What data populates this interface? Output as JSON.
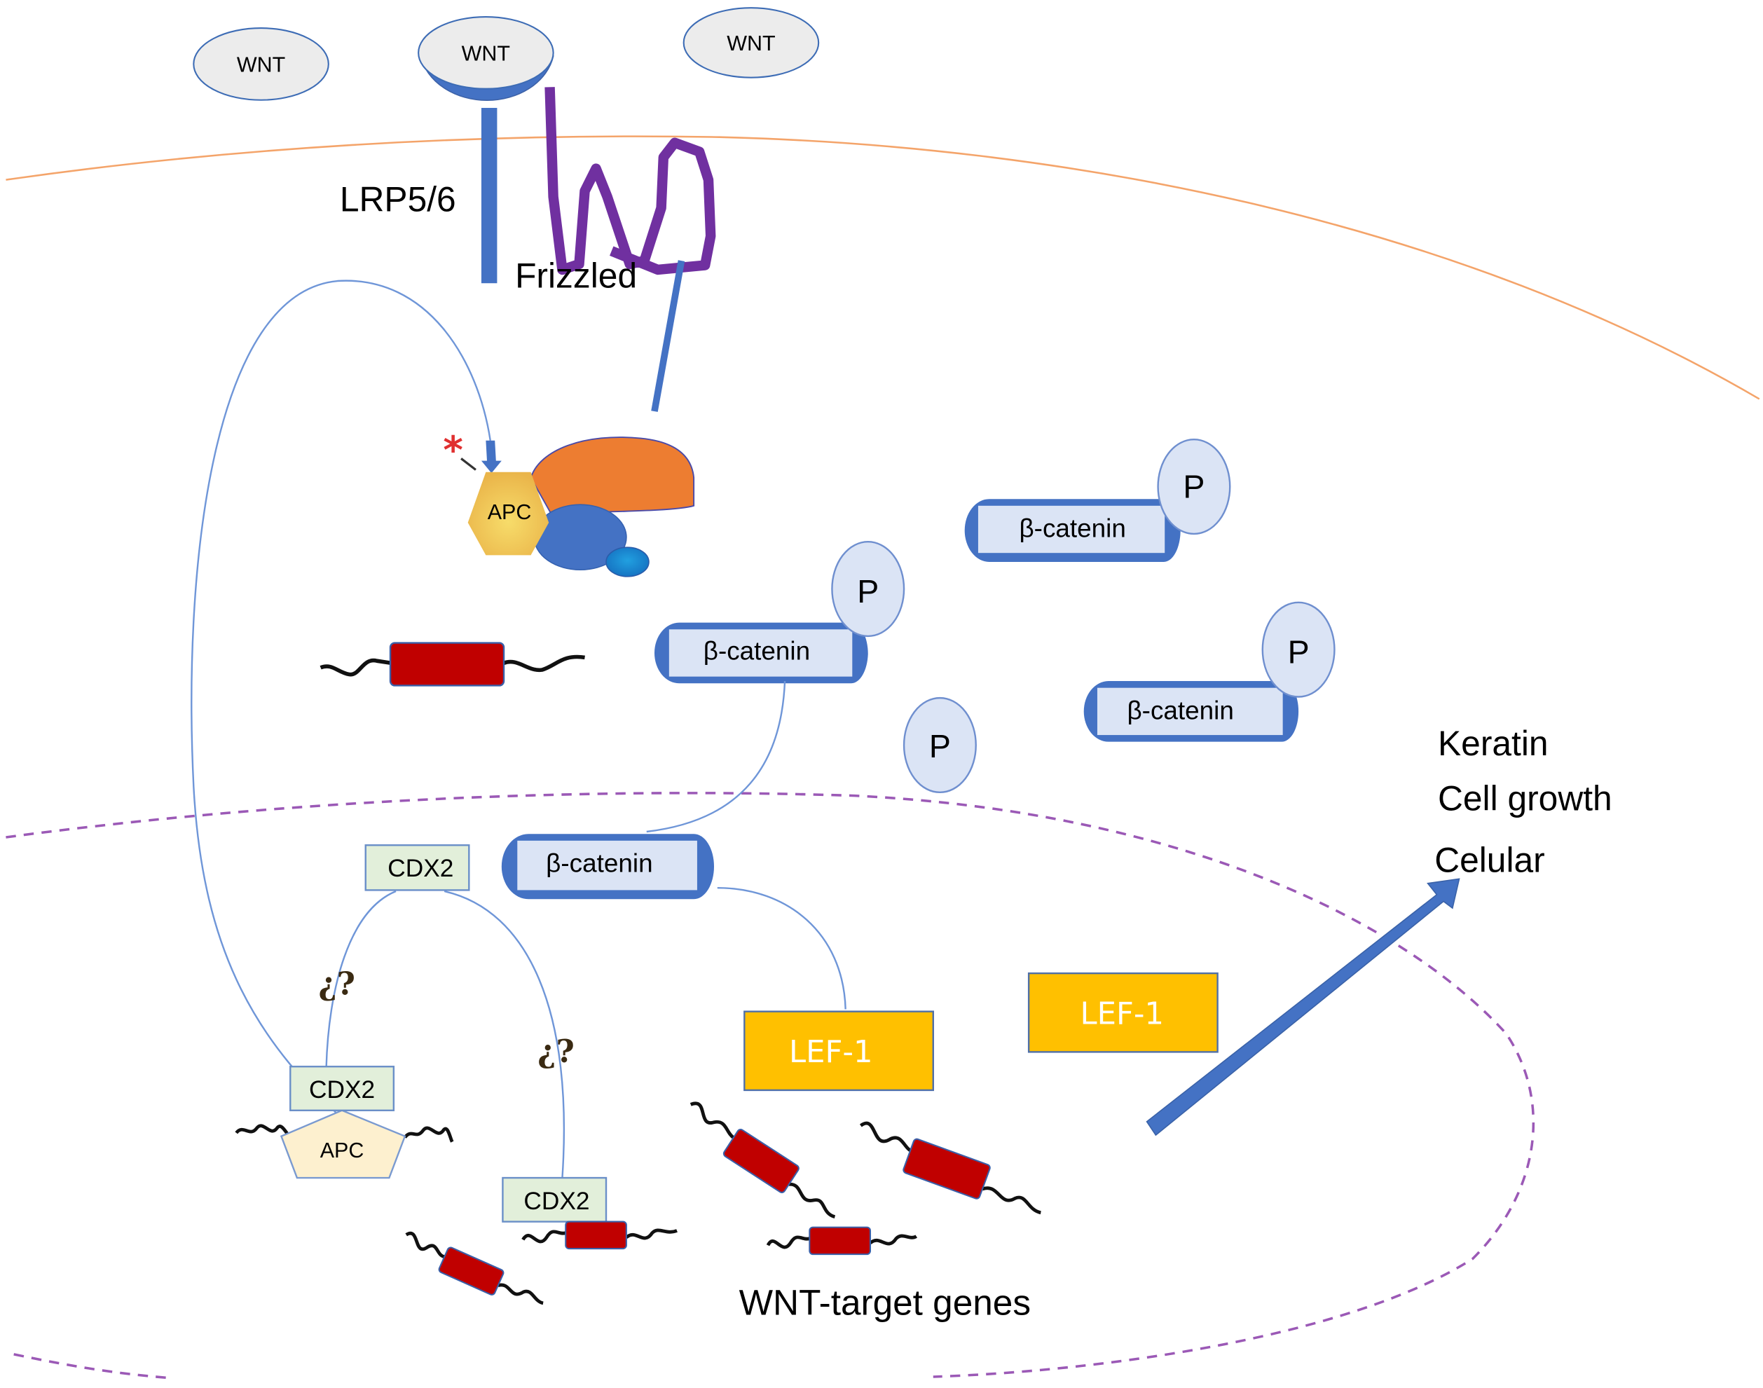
{
  "diagram": {
    "type": "signaling-pathway",
    "title": "",
    "colors": {
      "membrane": "#f4a46a",
      "nuclear_envelope": "#9b59b6",
      "receptor_blue": "#4472c4",
      "frizzled_purple": "#7030a0",
      "connector": "#6f96d8",
      "wnt_fill": "#ececec",
      "catenin_fill": "#dbe4f5",
      "lef_fill": "#ffc000",
      "gene_red": "#c00000",
      "cdx2_fill": "#e2efda",
      "apc_hex": "#f2c14e",
      "apc_pentagon": "#fdf0cf",
      "destruction_orange": "#ed7d31",
      "asterisk_red": "#e03030"
    },
    "ligands": [
      {
        "label": "WNT"
      },
      {
        "label": "WNT"
      },
      {
        "label": "WNT"
      }
    ],
    "receptors": {
      "lrp": "LRP5/6",
      "frizzled": "Frizzled"
    },
    "cytoplasm": {
      "apc_complex_label": "APC",
      "asterisk": "*",
      "catenins": [
        {
          "label": "β-catenin",
          "phospho": "P"
        },
        {
          "label": "β-catenin",
          "phospho": "P"
        },
        {
          "label": "β-catenin",
          "phospho": "P"
        }
      ],
      "free_phosphate": "P"
    },
    "nucleus": {
      "catenin": "β-catenin",
      "cdx2": [
        "CDX2",
        "CDX2",
        "CDX2"
      ],
      "unknown": [
        "¿?",
        "¿?"
      ],
      "apc_label": "APC",
      "lef": [
        "LEF-1",
        "LEF-1"
      ],
      "genes_label": "WNT-target genes"
    },
    "outcomes": [
      "Keratin",
      "Cell growth",
      "Celular"
    ]
  }
}
